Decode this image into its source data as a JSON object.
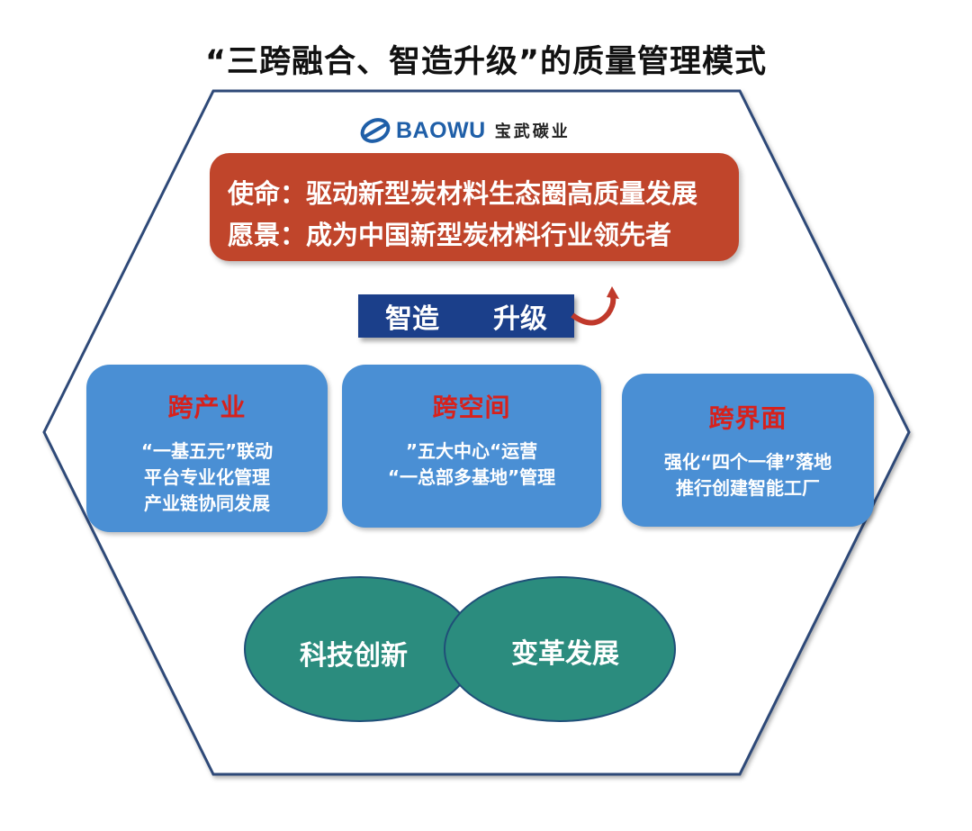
{
  "title": "“三跨融合、智造升级”的质量管理模式",
  "logo": {
    "brand": "BAOWU",
    "name": "宝武碳业"
  },
  "mission": {
    "line1": "使命：驱动新型炭材料生态圈高质量发展",
    "line2": "愿景：成为中国新型炭材料行业领先者"
  },
  "upgrade": {
    "left": "智造",
    "right": "升级"
  },
  "cards": [
    {
      "title": "跨产业",
      "lines": [
        "“一基五元”联动",
        "平台专业化管理",
        "产业链协同发展"
      ]
    },
    {
      "title": "跨空间",
      "lines": [
        "”五大中心“运营",
        "“一总部多基地”管理"
      ]
    },
    {
      "title": "跨界面",
      "lines": [
        "强化“四个一律”落地",
        "推行创建智能工厂"
      ]
    }
  ],
  "ellipses": {
    "left": "科技创新",
    "right": "变革发展"
  },
  "colors": {
    "mission_bg": "#c0452b",
    "card_bg": "#4a8fd4",
    "card_title": "#d7211c",
    "upgrade_bg": "#1b3f8a",
    "ellipse_fill": "#2b8c7e",
    "hexagon_stroke": "#2e4a78",
    "logo": "#1f5fa8"
  }
}
